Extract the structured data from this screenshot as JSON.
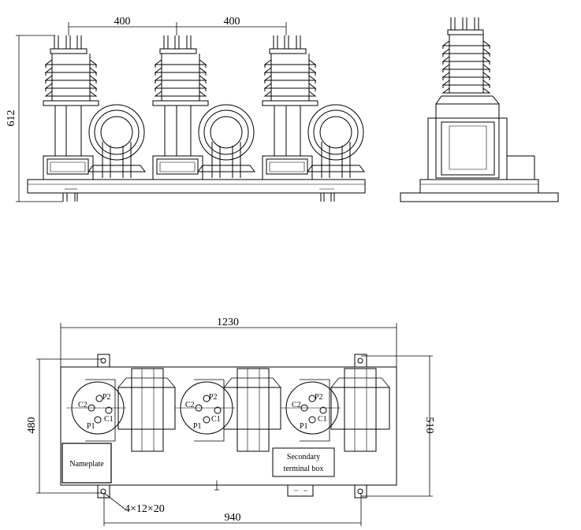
{
  "dimensions": {
    "pitch_left": "400",
    "pitch_right": "400",
    "height": "612",
    "length": "1230",
    "width_inner": "480",
    "width_outer": "510",
    "mounting_span": "940",
    "mounting_holes": "4×12×20"
  },
  "pole_labels": {
    "p1": "P1",
    "p2": "P2",
    "c1": "C1",
    "c2": "C2"
  },
  "nameplate": "Nameplate",
  "secondary_box": {
    "line1": "Secondary",
    "line2": "terminal box"
  }
}
